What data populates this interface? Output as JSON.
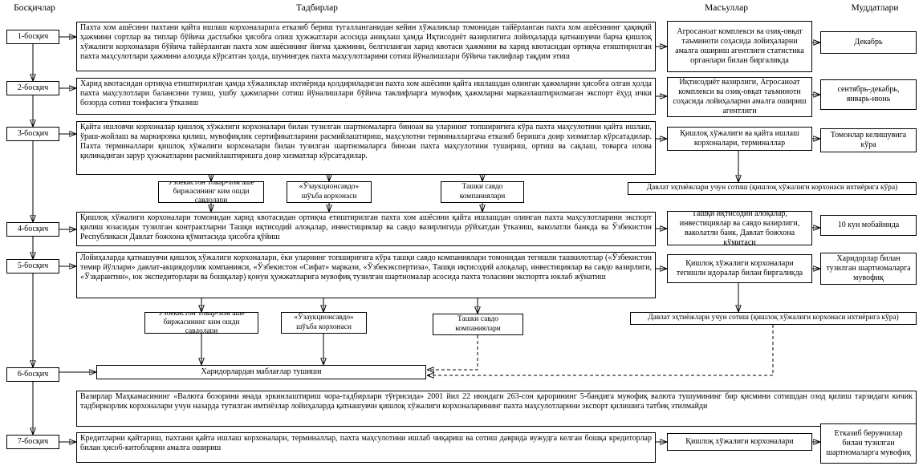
{
  "header": {
    "stages": "Босқичлар",
    "activities": "Тадбирлар",
    "responsible": "Масъуллар",
    "deadlines": "Муддатлари"
  },
  "stages": {
    "s1": "1-босқич",
    "s2": "2-босқич",
    "s3": "3-босқич",
    "s4": "4-босқич",
    "s5": "5-босқич",
    "s6": "6-босқич",
    "s7": "7-босқич"
  },
  "rows": {
    "r1": {
      "activity": "Пахта хом ашёсини пахтани қайта ишлаш корхоналарига етказиб бериш тугалланганидан кейин хўжаликлар томонидан тайёрланган пахта хом ашёсининг ҳақиқий ҳажмини сортлар ва типлар бўйича дастлабки ҳисобга олиш ҳужжатлари асосида аниқлаш ҳамда Иқтисодиёт вазирлигига лойиҳаларда қатнашувчи барча қишлоқ хўжалиги корхоналари бўйича тайёрланган пахта хом ашёсининг йиғма ҳажмини, белгиланган харид квотаси ҳажмини ва харид квотасидан ортиқча етиштирилган пахта маҳсулотлари ҳажмини алоҳида кўрсатган ҳолда, шунингдек пахта маҳсулотларини сотиш йўналишлари бўйича таклифлар тақдим этиш",
      "responsible": "Агросаноат комплекси ва озиқ-овқат таъминоти соҳасида лойиҳаларни амалга ошириш агентлиги статистика органлари билан биргаликда",
      "deadline": "Декабрь"
    },
    "r2": {
      "activity": "Харид квотасидан ортиқча етиштирилган ҳамда хўжаликлар ихтиёрида қолдириладиган пахта хом ашёсини қайта ишлашдан олинган ҳажмларни ҳисобга олган ҳолда пахта маҳсулотлари балансини тузиш, ушбу ҳажмларни сотиш йўналишлари бўйича таклифларга мувофиқ ҳажмларни марказлаштирилмаган экспорт ёҳуд ички бозорда сотиш тоифасига ўтказиш",
      "responsible": "Иқтисодиёт вазирлиги, Агросаноат комплекси ва озиқ-овқат таъминоти соҳасида лойиҳаларни амалга ошириш агентлиги",
      "deadline": "сентябрь-декабрь, январь-июнь"
    },
    "r3": {
      "activity": "Қайта ишловчи корхоналар қишлоқ хўжалиги корхоналари билан тузилган шартномаларга биноан ва уларнинг топшириғига кўра пахта маҳсулотини қайта ишлаш, ўраш-жойлаш ва маркировка қилиш, мувофиқлик сертификатларини расмийлаштириш, маҳсулотни терминалларгача етказиб беришга доир хизматлар кўрсатадилар. Пахта терминаллари қишлоқ хўжалиги корхоналари билан тузилган шартномаларга биноан пахта маҳсулотини тушириш, ортиш ва сақлаш, товарга илова қилинадиган зарур ҳужжатларни расмийлаштиришга доир хизматлар кўрсатадилар.",
      "responsible": "Қишлоқ хўжалиги ва қайта ишлаш корхоналари, терминаллар",
      "deadline": "Томонлар келишувига кўра"
    },
    "r4": {
      "activity": "Қишлоқ хўжалиги корхоналари томонидан харид квотасидан ортиқча етиштирилган пахта хом ашёсини қайта ишлашдан олинган пахта маҳсулотларини экспорт қилиш юзасидан тузилган контрактларни Ташқи иқтисодий алоқалар, инвестициялар ва савдо вазирлигида рўйхатдан ўтказиш, ваколатли банкда ва Ўзбекистон Республикаси Давлат божхона қўмитасида ҳисобга қўйиш",
      "responsible": "Ташқи иқтисодий алоқалар, инвестициялар ва савдо вазирлиги, ваколатли банк, Давлат божхона қўмитаси",
      "deadline": "10 кун мобайнида"
    },
    "r5": {
      "activity": "Лойиҳаларда қатнашувчи қишлоқ хўжалиги корхоналари, ёки уларнинг топшириғига кўра ташқи савдо компаниялари томонидан тегишли ташкилотлар («Ўзбекистон темир йўллари» давлат-акциядорлик компанияси, «Ўзбекистон «Сифат» маркази, «Ўзбекэкспертиза», Ташқи иқтисодий алоқалар, инвестициялар ва савдо вазирлиги, «Ўзқарантин», юк экспедиторлари ва бошқалар) қонун ҳужжатларига мувофиқ тузилган шартномалар асосида пахта толасини экспортга юклаб жўнатиш",
      "responsible": "Қишлоқ хўжалиги корхоналари тегишли идоралар билан биргаликда",
      "deadline": "Харидорлар билан тузилган шартномаларга мувофиқ"
    },
    "r7": {
      "activity": "Кредитларни қайтариш, пахтани қайта ишлаш корхоналари, терминаллар, пахта маҳсулотини ишлаб чиқариш ва сотиш даврида вужудга келган бошқа кредиторлар билан ҳисоб-китобларни амалга ошириш",
      "responsible": "Қишлоқ хўжалиги корхоналари",
      "deadline": "Етказиб берувчилар билан тузилган шартномаларга мувофиқ"
    }
  },
  "channels": {
    "exchange": "Ўзбекистон Товар-хом ашё биржасининг ким ошди савдолари",
    "auction": "«Ўзаукционсавдо» шўъба корхонаси",
    "trade": "Ташки савдо компаниялари",
    "state": "Давлат эҳтиёжлари учун сотиш (қишлоқ хўжалиги корхонаси ихтиёрига кўра)"
  },
  "row6": {
    "funds": "Харидорлардан маблағлар тушиши",
    "note": "Вазирлар Маҳкамасининг «Валюта бозорини янада эркинлаштириш чора-тадбирлари тўғрисида» 2001 йил 22 июндаги 263-сон қарорининг 5-бандига мувофиқ валюта тушумининг бир қисмини сотишдан озод қилиш тарзидаги кичик тадбиркорлик корхоналари учун назарда тутилган имтиёзлар лойиҳаларда қатнашувчи қишлоқ хўжалиги корхоналарининг пахта маҳсулотларини экспорт қилишига татбиқ этилмайди"
  }
}
